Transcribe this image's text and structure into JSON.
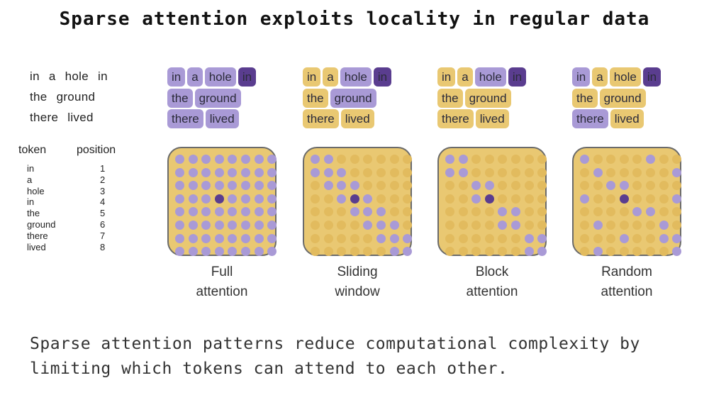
{
  "title": "Sparse attention exploits locality in regular data",
  "sentence_lines": [
    [
      "in",
      "a",
      "hole",
      "in"
    ],
    [
      "the",
      "ground"
    ],
    [
      "there",
      "lived"
    ]
  ],
  "table": {
    "token_header": "token",
    "position_header": "position",
    "tokens": [
      "in",
      "a",
      "hole",
      "in",
      "the",
      "ground",
      "there",
      "lived"
    ],
    "positions": [
      "1",
      "2",
      "3",
      "4",
      "5",
      "6",
      "7",
      "8"
    ]
  },
  "colors": {
    "lavender": "#a99ad6",
    "dark_purple": "#5a3d8f",
    "mustard": "#e9c872",
    "mustard_dot": "#e2bb5e",
    "frame": "#6b6b6b"
  },
  "query_index": 3,
  "panels": [
    {
      "caption": [
        "Full",
        "attention"
      ],
      "token_states": [
        "purple",
        "purple",
        "purple",
        "query",
        "purple",
        "purple",
        "purple",
        "purple"
      ],
      "matrix": [
        "PPPPPPPP",
        "PPPPPPPP",
        "PPPPPPPP",
        "PPPPPPPP",
        "PPPPPPPP",
        "PPPPPPPP",
        "PPPPPPPP",
        "PPPPPPPP"
      ],
      "query_cell": [
        3,
        3
      ]
    },
    {
      "caption": [
        "Sliding",
        "window"
      ],
      "token_states": [
        "yellow",
        "yellow",
        "purple",
        "query",
        "yellow",
        "purple",
        "yellow",
        "yellow"
      ],
      "matrix": [
        "PP......",
        "PPP.....",
        ".PPP....",
        "..PPP...",
        "...PPP..",
        "....PPP.",
        ".....PPP",
        "......PP"
      ],
      "query_cell": [
        3,
        3
      ]
    },
    {
      "caption": [
        "Block",
        "attention"
      ],
      "token_states": [
        "yellow",
        "yellow",
        "purple",
        "query",
        "yellow",
        "yellow",
        "yellow",
        "yellow"
      ],
      "matrix": [
        "PP......",
        "PP......",
        "..PP....",
        "..PP....",
        "....PP..",
        "....PP..",
        "......PP",
        "......PP"
      ],
      "query_cell": [
        3,
        3
      ]
    },
    {
      "caption": [
        "Random",
        "attention"
      ],
      "token_states": [
        "purple",
        "yellow",
        "yellow",
        "query",
        "yellow",
        "yellow",
        "purple",
        "yellow"
      ],
      "matrix": [
        "P....P..",
        ".P.....P",
        "..PP....",
        "P..P...P",
        "....PP..",
        ".P....P.",
        "...P..PP",
        ".P.....P"
      ],
      "query_cell": [
        3,
        3
      ]
    }
  ],
  "footer_lines": [
    "Sparse attention patterns reduce computational complexity by",
    "limiting which tokens can attend to each other."
  ]
}
